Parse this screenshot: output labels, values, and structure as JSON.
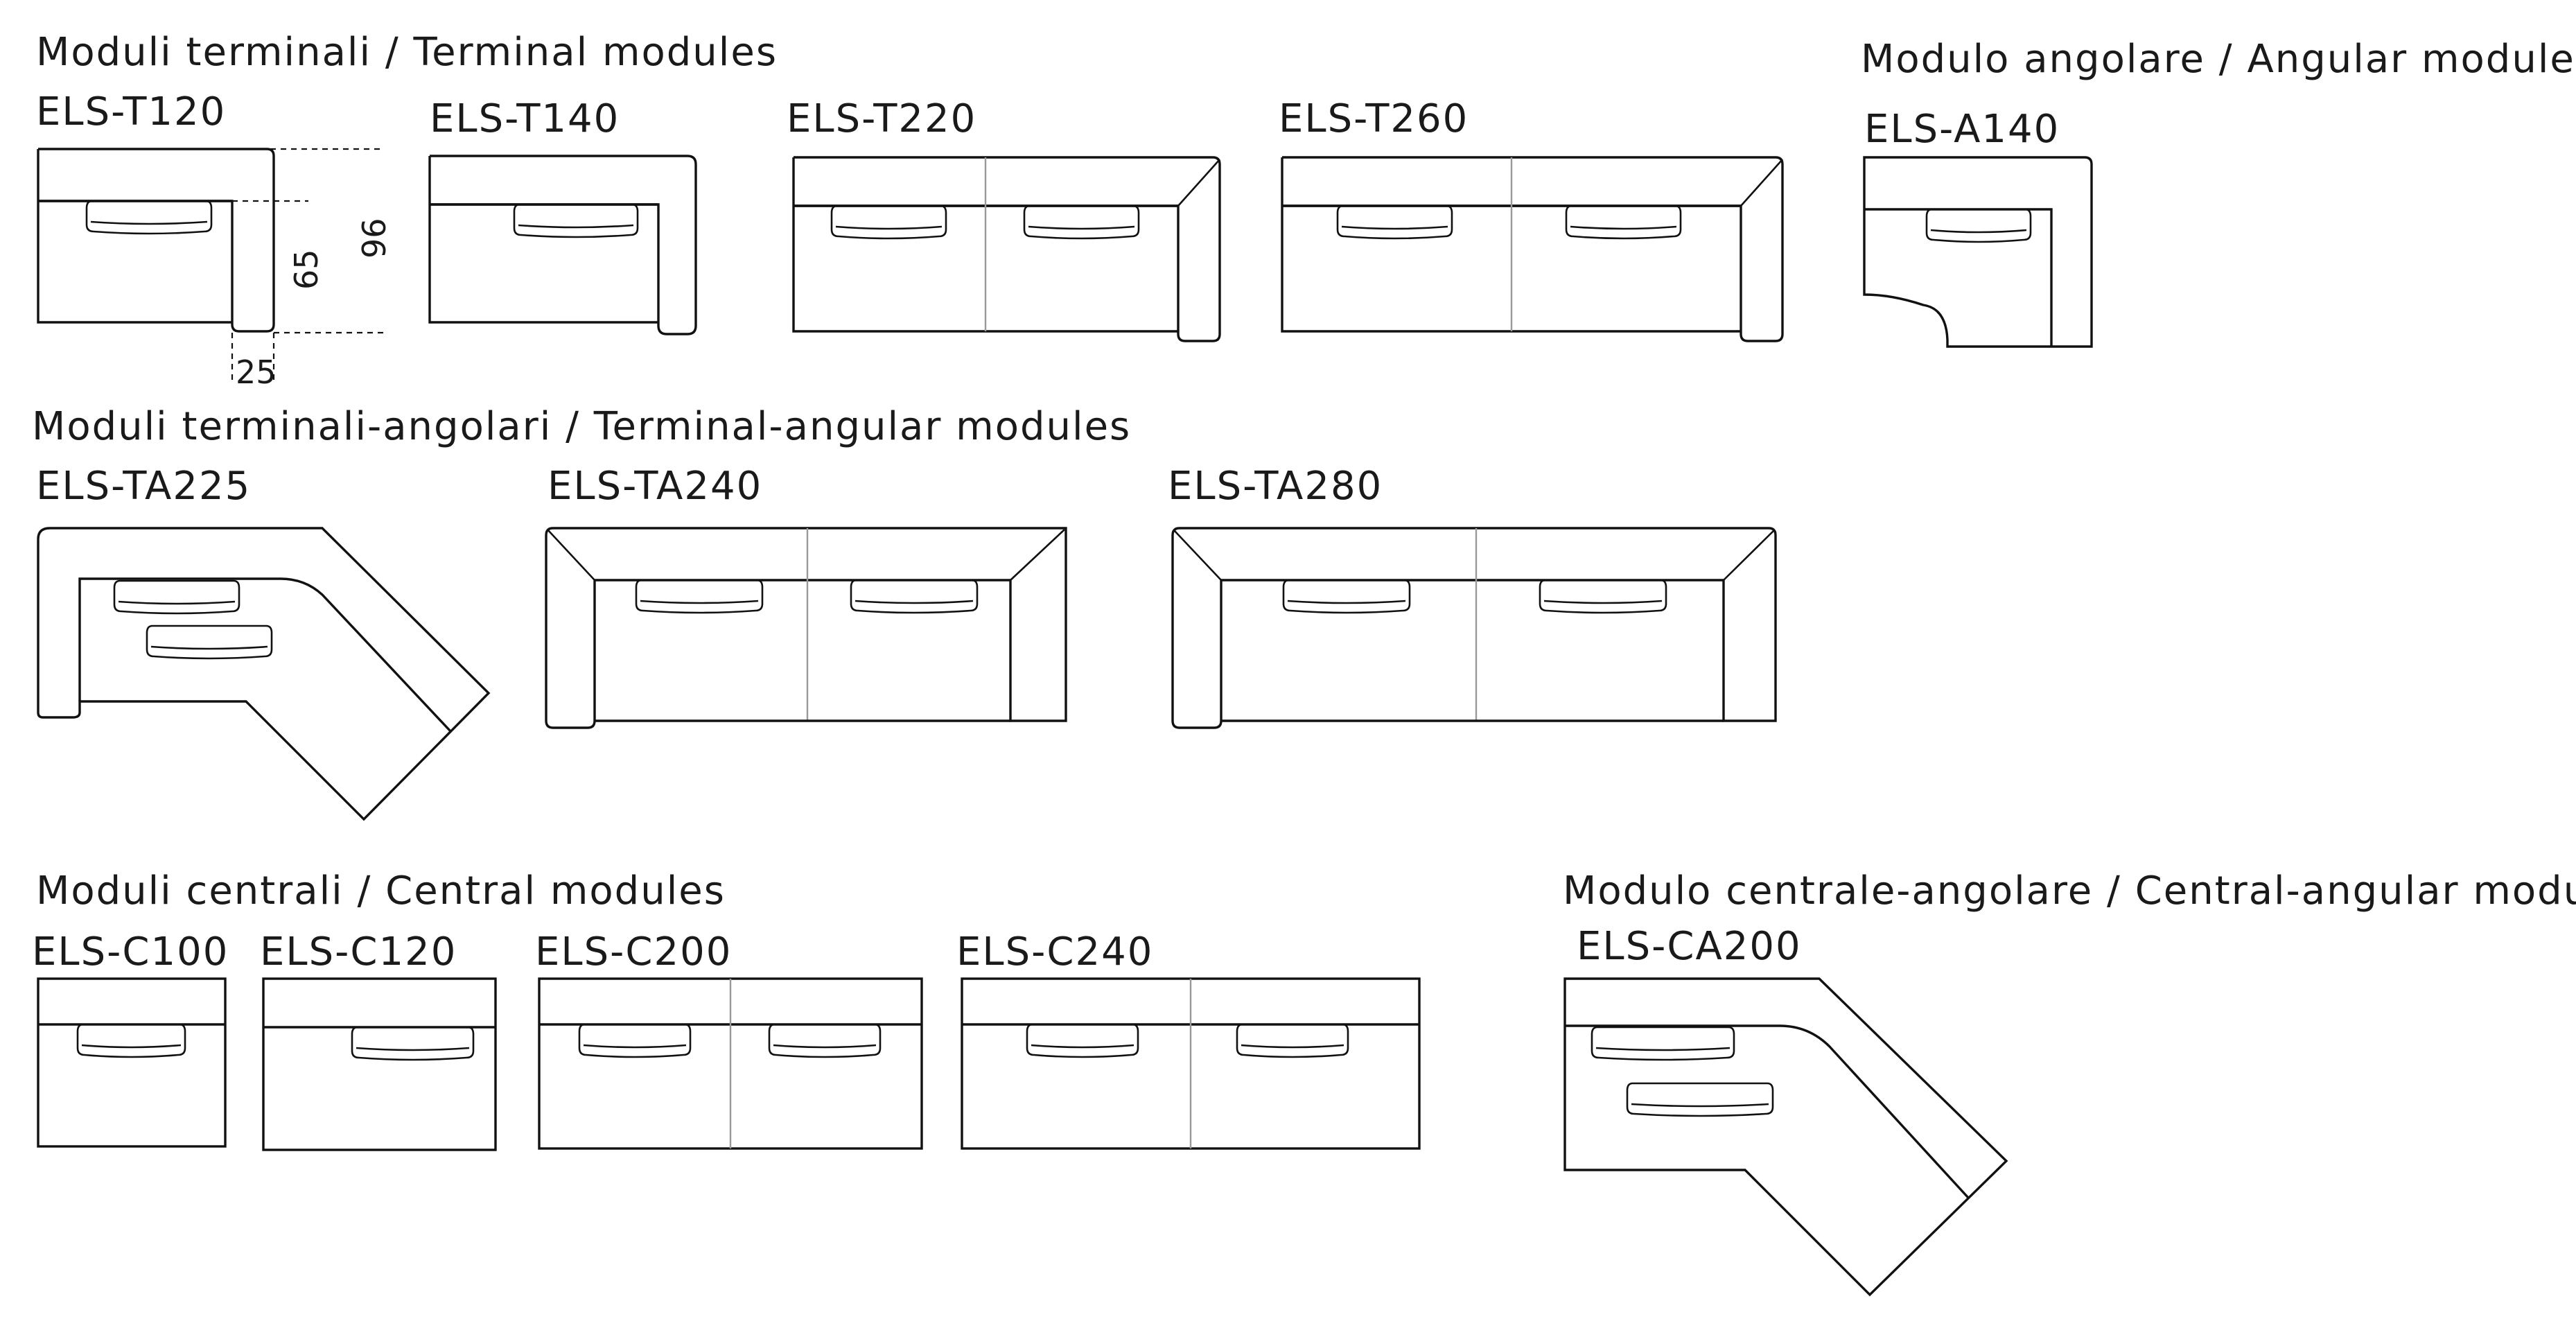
{
  "sections": {
    "terminal": "Moduli terminali / Terminal modules",
    "angular": "Modulo angolare / Angular module",
    "terminal_angular": "Moduli terminali-angolari / Terminal-angular modules",
    "central": "Moduli centrali / Central modules",
    "central_angular": "Modulo centrale-angolare / Central-angular module"
  },
  "modules": {
    "t120": "ELS-T120",
    "t140": "ELS-T140",
    "t220": "ELS-T220",
    "t260": "ELS-T260",
    "a140": "ELS-A140",
    "ta225": "ELS-TA225",
    "ta240": "ELS-TA240",
    "ta280": "ELS-TA280",
    "c100": "ELS-C100",
    "c120": "ELS-C120",
    "c200": "ELS-C200",
    "c240": "ELS-C240",
    "ca200": "ELS-CA200"
  },
  "dimensions": {
    "depth_seat": "65",
    "depth_total": "96",
    "arm_width": "25"
  },
  "colors": {
    "line": "#111111",
    "separator": "#9a9a9a",
    "text": "#1a1a1a",
    "background": "#ffffff"
  }
}
